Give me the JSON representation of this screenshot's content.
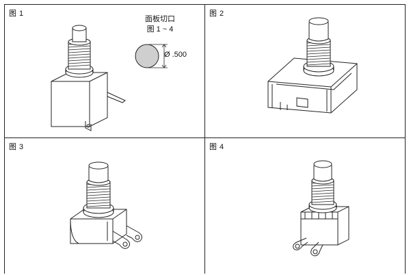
{
  "figures": [
    {
      "label": "图 1",
      "panel_cutout": {
        "title": "面板切口",
        "range": "图 1 ~ 4",
        "diameter": "Ø .500"
      }
    },
    {
      "label": "图 2"
    },
    {
      "label": "图 3"
    },
    {
      "label": "图 4"
    }
  ]
}
